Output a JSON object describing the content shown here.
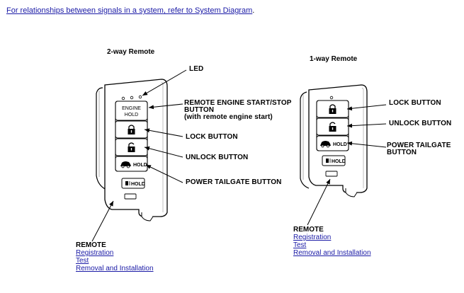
{
  "header": {
    "link_text": "For relationships between signals in a system, refer to System Diagram",
    "trailing": "."
  },
  "two_way": {
    "title": "2-way Remote",
    "callouts": {
      "led": "LED",
      "engine_1": "REMOTE ENGINE START/STOP",
      "engine_2": "BUTTON",
      "engine_3": "(with remote engine start)",
      "lock": "LOCK BUTTON",
      "unlock": "UNLOCK BUTTON",
      "tailgate": "POWER TAILGATE BUTTON"
    },
    "button_labels": {
      "engine_1": "ENGINE",
      "engine_2": "HOLD",
      "hold": "HOLD"
    },
    "remote": {
      "title": "REMOTE",
      "links": [
        "Registration",
        "Test",
        "Removal and Installation"
      ]
    }
  },
  "one_way": {
    "title": "1-way Remote",
    "callouts": {
      "lock": "LOCK BUTTON",
      "unlock": "UNLOCK BUTTON",
      "tailgate_1": "POWER TAILGATE",
      "tailgate_2": "BUTTON"
    },
    "button_labels": {
      "hold": "HOLD"
    },
    "remote": {
      "title": "REMOTE",
      "links": [
        "Registration",
        "Test",
        "Removal and Installation"
      ]
    }
  }
}
